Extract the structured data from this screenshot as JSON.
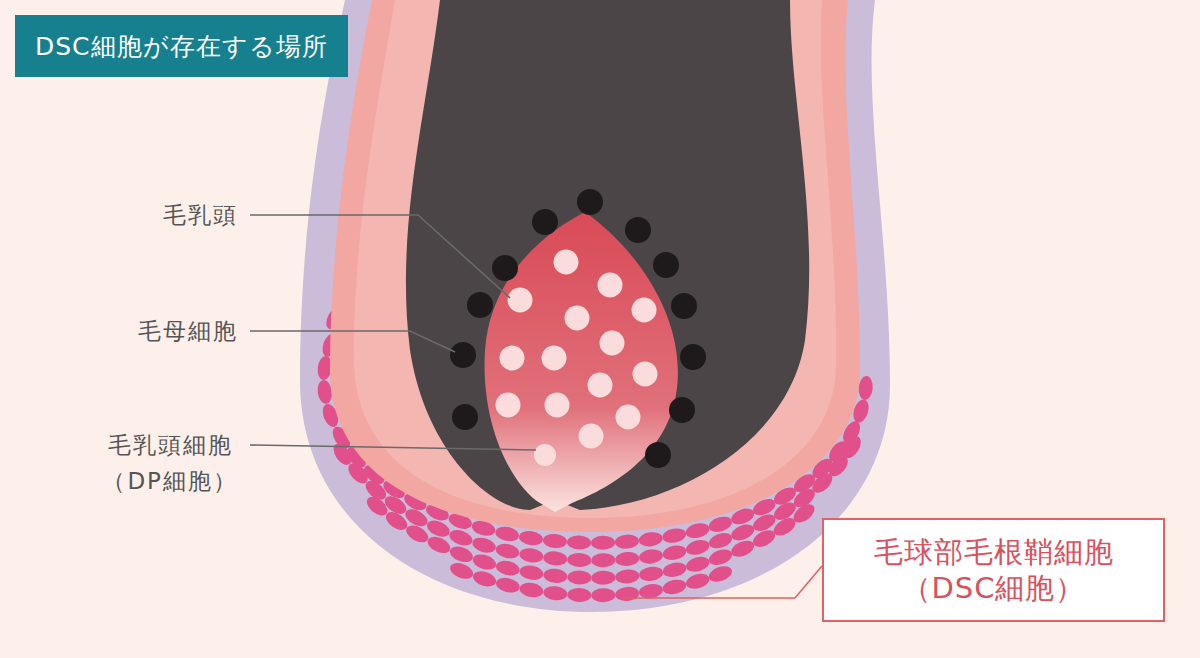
{
  "diagram": {
    "title": "DSC細胞が存在する場所",
    "nodes": [
      {
        "text": [
          "毛球部毛根鞘細胞 （DSC細胞）"
        ]
      }
    ],
    "labels": [
      "毛乳頭",
      "毛母細胞",
      "毛乳頭細胞 （DP細胞）"
    ]
  }
}
